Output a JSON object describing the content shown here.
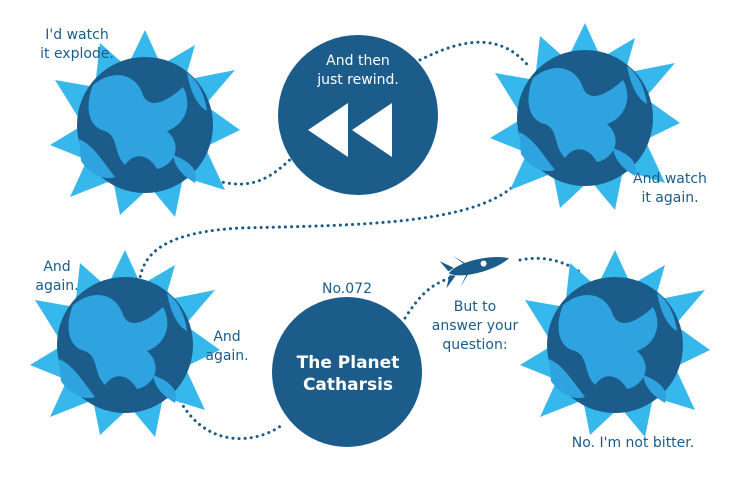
{
  "colors": {
    "planet": "#1b5c8a",
    "burst": "#36b8ec",
    "continent": "#2ea3e0",
    "dots": "#1b5c8a",
    "background": "#ffffff"
  },
  "captions": {
    "watch_explode": "I'd watch\nit explode.",
    "rewind": "And then\njust rewind.",
    "watch_again": "And watch\nit again.",
    "and_again_left": "And\nagain.",
    "and_again_mid": "And\nagain.",
    "issue_number": "No.072",
    "title": "The Planet\nCatharsis",
    "answer": "But to\nanswer your\nquestion:",
    "not_bitter": "No. I'm not bitter."
  },
  "icons": {
    "rewind": "rewind-icon",
    "rocket": "rocket-icon",
    "planet": "exploding-planet-icon"
  }
}
